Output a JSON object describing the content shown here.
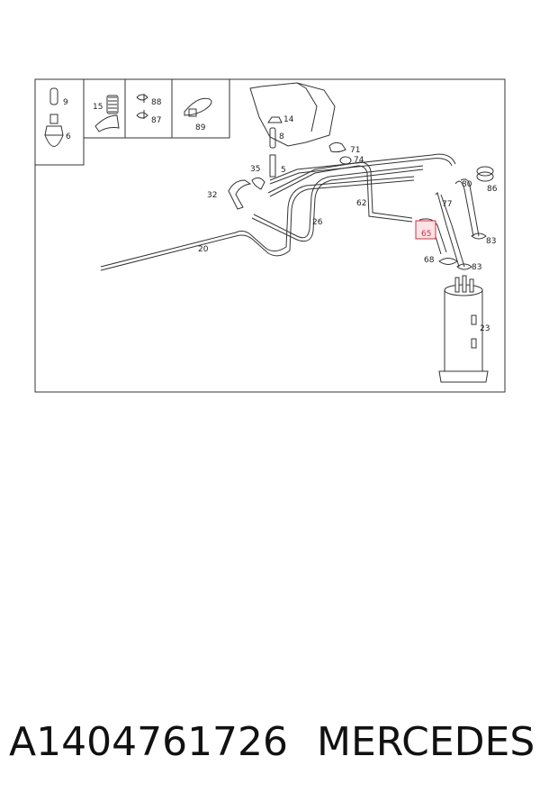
{
  "diagram": {
    "callouts": {
      "c9": "9",
      "c6": "6",
      "c15": "15",
      "c88": "88",
      "c87": "87",
      "c89": "89",
      "c14": "14",
      "c8": "8",
      "c71": "71",
      "c74": "74",
      "c35": "35",
      "c5": "5",
      "c32": "32",
      "c62": "62",
      "c26": "26",
      "c20": "20",
      "c65": "65",
      "c68": "68",
      "c83a": "83",
      "c83b": "83",
      "c80": "80",
      "c77": "77",
      "c86": "86",
      "c23": "23"
    },
    "highlight": {
      "callout": "65",
      "color": "#d03040"
    }
  },
  "caption": {
    "part_number": "A1404761726",
    "brand": "MERCEDES"
  }
}
